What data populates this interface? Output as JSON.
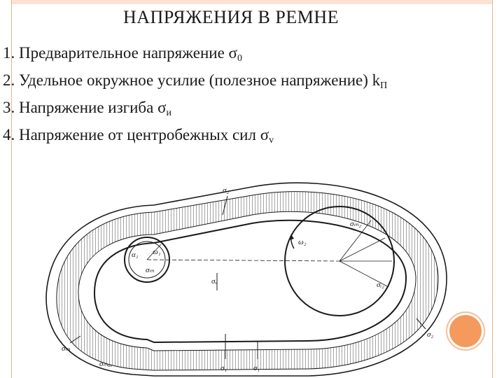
{
  "slide": {
    "title": "НАПРЯЖЕНИЯ В РЕМНЕ",
    "items": [
      {
        "number": "1.",
        "text": "Предварительное напряжение ",
        "symbol": "σ",
        "subscript": "0"
      },
      {
        "number": "2.",
        "text": "Удельное окружное усилие (полезное напряжение) ",
        "symbol": "k",
        "subscript": "П"
      },
      {
        "number": "3.",
        "text": "Напряжение изгиба ",
        "symbol": "σ",
        "subscript": "и"
      },
      {
        "number": "4.",
        "text": "Напряжение от центробежных сил ",
        "symbol": "σ",
        "subscript": "v"
      }
    ]
  },
  "diagram": {
    "labels": {
      "sigma2_top": "σ₂",
      "sigma_top2": "σ",
      "sigma_max2": "σₘ₂",
      "omega2": "ω₂",
      "sigma_r2": "σᵢ₂",
      "alpha1": "α₁",
      "omega1": "ω₁",
      "sigma_m1": "σₘ",
      "sigma_v": "σᵥ",
      "sigma_ml": "σₘ",
      "sigma_max": "σₘₐₓ",
      "sigma1_bottom": "σ₁",
      "sigma_f": "σ₁",
      "sigma_right": "σ₂"
    },
    "colors": {
      "ink": "#1a1a1a",
      "accent": "#f39a5c",
      "frame": "#f2b08a"
    }
  }
}
